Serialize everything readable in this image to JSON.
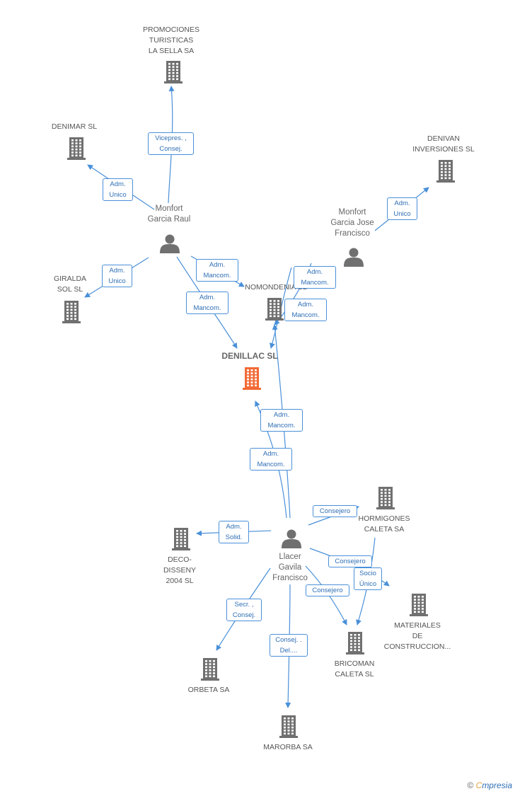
{
  "colors": {
    "edge": "#4a90d9",
    "company": "#707070",
    "focus": "#f26a35",
    "person": "#707070",
    "label_border": "#4a90d9",
    "label_text": "#2f6fb5"
  },
  "companies": [
    {
      "id": "promociones",
      "name": "PROMOCIONES\nTURISTICAS\nLA SELLA SA"
    },
    {
      "id": "denimar",
      "name": "DENIMAR SL"
    },
    {
      "id": "denivan",
      "name": "DENIVAN\nINVERSIONES SL"
    },
    {
      "id": "giralda",
      "name": "GIRALDA\nSOL SL"
    },
    {
      "id": "nomondenia",
      "name": "NOMONDENIA SL"
    },
    {
      "id": "denillac",
      "name": "DENILLAC SL",
      "focus": true
    },
    {
      "id": "hormigones",
      "name": "HORMIGONES\nCALETA SA"
    },
    {
      "id": "deco",
      "name": "DECO-\nDISSENY\n2004  SL"
    },
    {
      "id": "materiales",
      "name": "MATERIALES\nDE\nCONSTRUCCION..."
    },
    {
      "id": "bricoman",
      "name": "BRICOMAN\nCALETA SL"
    },
    {
      "id": "orbeta",
      "name": "ORBETA SA"
    },
    {
      "id": "marorba",
      "name": "MARORBA SA"
    }
  ],
  "persons": [
    {
      "id": "monfort_raul",
      "name": "Monfort\nGarcia Raul"
    },
    {
      "id": "monfort_jose",
      "name": "Monfort\nGarcia Jose\nFrancisco"
    },
    {
      "id": "llacer",
      "name": "Llacer\nGavila\nFrancisco"
    }
  ],
  "relations": [
    {
      "id": "r1",
      "label": "Vicepres. ,\nConsej."
    },
    {
      "id": "r2",
      "label": "Adm.\nUnico"
    },
    {
      "id": "r3",
      "label": "Adm.\nUnico"
    },
    {
      "id": "r4",
      "label": "Adm.\nUnico"
    },
    {
      "id": "r5",
      "label": "Adm.\nMancom."
    },
    {
      "id": "r6",
      "label": "Adm.\nMancom."
    },
    {
      "id": "r7",
      "label": "Adm.\nMancom."
    },
    {
      "id": "r8",
      "label": "Adm.\nMancom."
    },
    {
      "id": "r9",
      "label": "Adm.\nMancom."
    },
    {
      "id": "r10",
      "label": "Adm.\nMancom."
    },
    {
      "id": "r11",
      "label": "Consejero"
    },
    {
      "id": "r12",
      "label": "Adm.\nSolid."
    },
    {
      "id": "r13",
      "label": "Consejero"
    },
    {
      "id": "r14",
      "label": "Socio\nÚnico"
    },
    {
      "id": "r15",
      "label": "Consejero"
    },
    {
      "id": "r16",
      "label": "Secr. ,\nConsej."
    },
    {
      "id": "r17",
      "label": "Consej. .\nDel...."
    }
  ],
  "footer": {
    "copyright": "©",
    "brand_first": "C",
    "brand_rest": "mpresia"
  }
}
